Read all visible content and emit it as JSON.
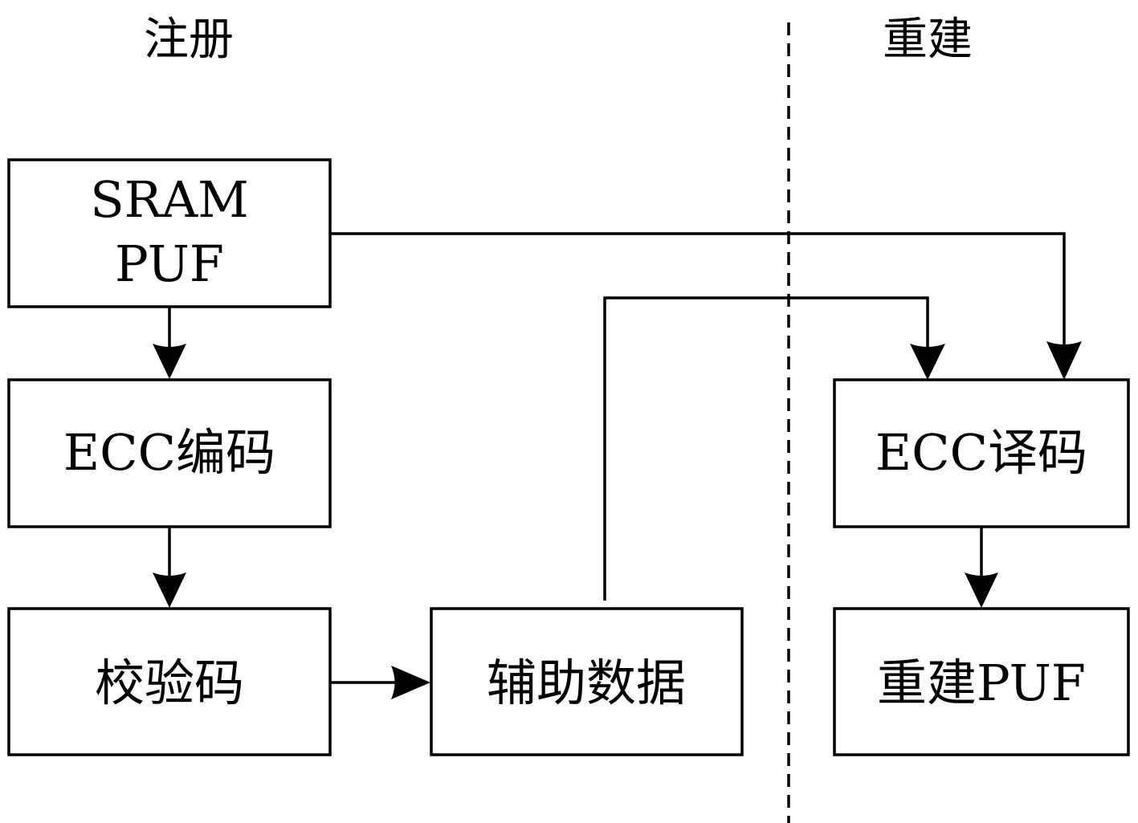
{
  "sections": {
    "enroll": "注册",
    "reconstruct": "重建"
  },
  "nodes": {
    "sram_puf": {
      "line1": "SRAM",
      "line2": "PUF"
    },
    "ecc_encode": {
      "label": "ECC编码"
    },
    "check_code": {
      "label": "校验码"
    },
    "helper_data": {
      "label": "辅助数据"
    },
    "ecc_decode": {
      "label": "ECC译码"
    },
    "rebuilt_puf": {
      "label": "重建PUF"
    }
  },
  "edges": [
    {
      "from": "sram_puf",
      "to": "ecc_encode"
    },
    {
      "from": "ecc_encode",
      "to": "check_code"
    },
    {
      "from": "check_code",
      "to": "helper_data"
    },
    {
      "from": "helper_data",
      "to": "ecc_decode"
    },
    {
      "from": "sram_puf",
      "to": "ecc_decode"
    },
    {
      "from": "ecc_decode",
      "to": "rebuilt_puf"
    }
  ],
  "colors": {
    "stroke": "#000000",
    "background": "#ffffff"
  }
}
